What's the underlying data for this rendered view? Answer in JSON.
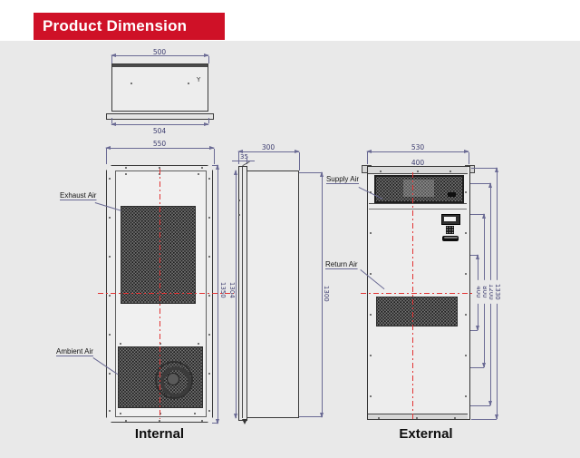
{
  "title": "Product Dimension",
  "views": {
    "internal": {
      "caption": "Internal"
    },
    "external": {
      "caption": "External"
    }
  },
  "labels": {
    "exhaust_air": "Exhaust Air",
    "ambient_air": "Ambient Air",
    "supply_air": "Supply Air",
    "return_air": "Return Air"
  },
  "top_view": {
    "width_top": "500",
    "width_mid": "504",
    "width_overall": "550",
    "corner_mark": "Y"
  },
  "internal_view": {
    "height_overall": "1350"
  },
  "side_view": {
    "depth": "300",
    "door_offset": "35",
    "height_left": "1304",
    "height_right": "1300"
  },
  "external_view": {
    "width_overall": "530",
    "grille_width": "400",
    "height_overall": "1330",
    "height_1200": "1200",
    "height_800": "800",
    "height_400": "400"
  },
  "colors": {
    "accent_red": "#cf1127",
    "centerline_red": "#e23333",
    "dimension_line": "#6a6a94",
    "dimension_text": "#3d3d70"
  }
}
